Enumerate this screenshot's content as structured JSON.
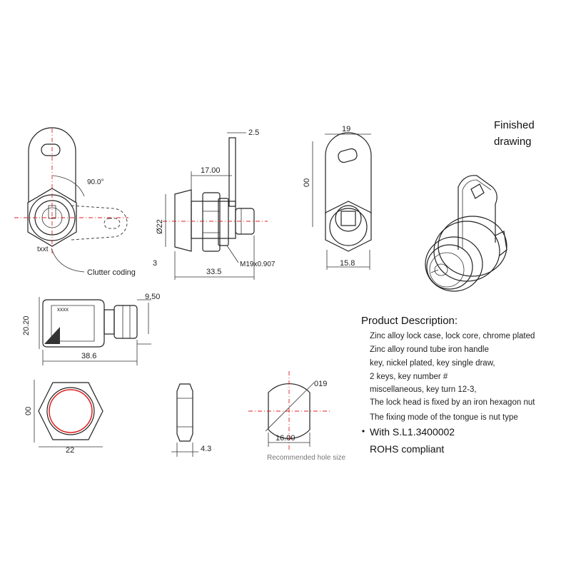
{
  "header": {
    "finished_line1": "Finished",
    "finished_line2": "drawing"
  },
  "front_view": {
    "angle_label": "90.0°",
    "key_text": "txxt",
    "clutter_label": "Clutter coding"
  },
  "side_view": {
    "dim_tongue": "2.5",
    "dim_length_top": "17.00",
    "dim_diameter": "Ø22",
    "dim_small": "3",
    "dim_length_total": "33.5",
    "dim_thread": "M19x0.907"
  },
  "back_view": {
    "dim_width_top": "19",
    "dim_height": "00",
    "dim_width_bottom": "15.8"
  },
  "key_view": {
    "key_text": "xxxx",
    "dim_width": "9.50",
    "dim_height": "20.20",
    "dim_length": "38.6"
  },
  "nut_front": {
    "dim_height": "00",
    "dim_width": "22"
  },
  "nut_side": {
    "dim_thickness": "4.3"
  },
  "hole": {
    "dim_diameter": "019",
    "dim_width": "16.00",
    "caption": "Recommended hole size"
  },
  "description": {
    "title": "Product Description:",
    "lines": [
      "Zinc alloy lock case, lock core, chrome plated",
      "Zinc alloy round tube iron handle",
      "key, nickel plated, key single draw,",
      "2 keys, key number #",
      "miscellaneous, key turn 12-3,",
      "The lock head is fixed by an iron hexagon nut",
      "The fixing mode of the tongue is nut type",
      "With S.L1.3400002",
      "ROHS compliant"
    ]
  },
  "colors": {
    "centerline": "#e02020",
    "line": "#222222",
    "caption": "#777777"
  }
}
